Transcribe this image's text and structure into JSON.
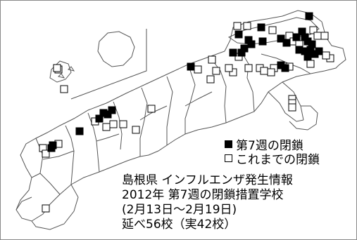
{
  "colors": {
    "this_week": "#000000",
    "previous": "#ffffff",
    "boundary": "#555555"
  },
  "legend": {
    "this_week_label": "第7週の閉鎖",
    "previous_label": "これまでの閉鎖"
  },
  "caption": {
    "line1": "島根県 インフルエンザ発生情報",
    "line2": "2012年 第7週の閉鎖措置学校",
    "line3": "(2月13日～2月19日)",
    "line4": "延べ56校（実42校）"
  }
}
